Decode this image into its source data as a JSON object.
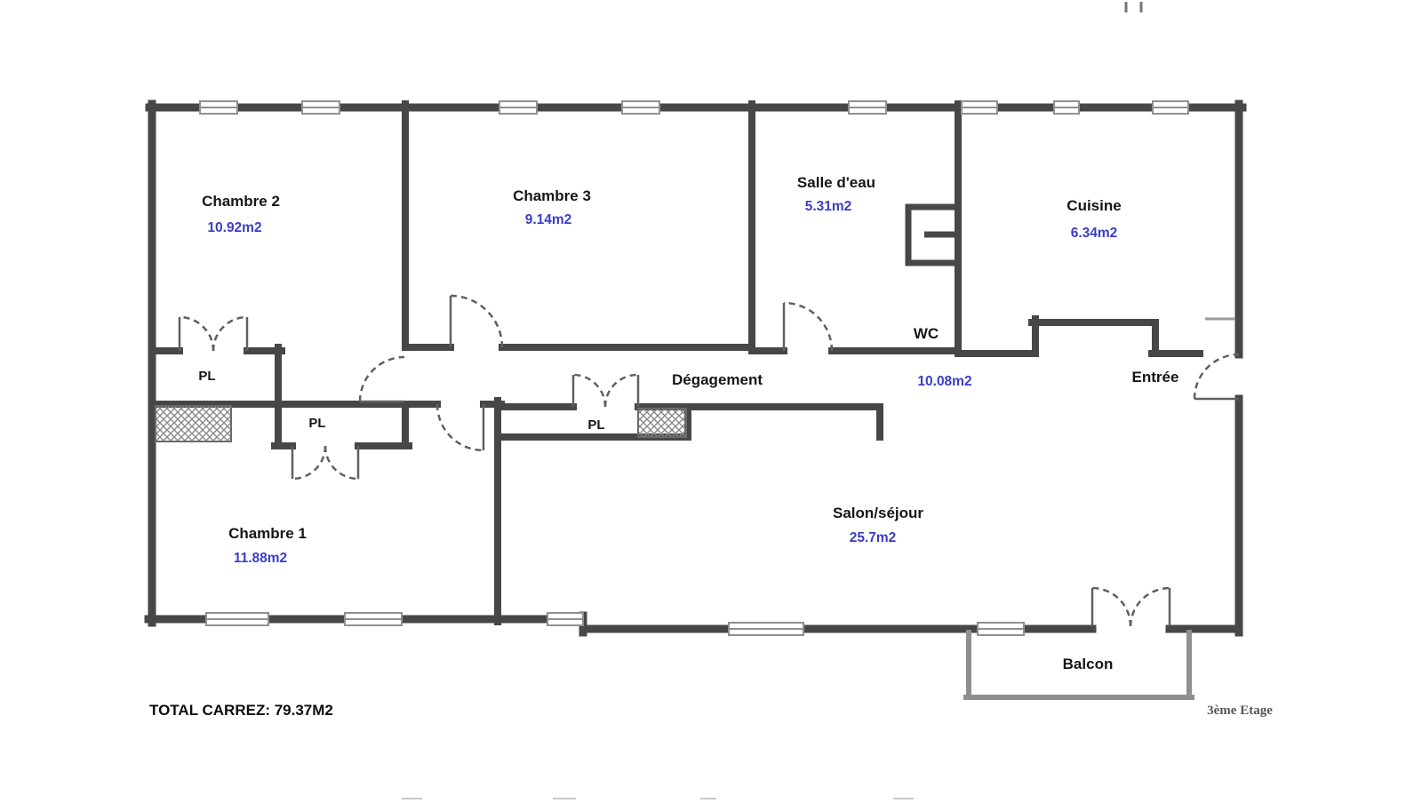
{
  "plan": {
    "total_label": "TOTAL CARREZ: 79.37M2",
    "floor_label": "3ème Etage",
    "closet_label": "PL",
    "rooms": {
      "chambre2": {
        "name": "Chambre 2",
        "area": "10.92m2"
      },
      "chambre3": {
        "name": "Chambre 3",
        "area": "9.14m2"
      },
      "salle_eau": {
        "name": "Salle d'eau",
        "area": "5.31m2"
      },
      "cuisine": {
        "name": "Cuisine",
        "area": "6.34m2"
      },
      "wc": {
        "name": "WC"
      },
      "degagement": {
        "name": "Dégagement",
        "area": "10.08m2"
      },
      "entree": {
        "name": "Entrée"
      },
      "chambre1": {
        "name": "Chambre 1",
        "area": "11.88m2"
      },
      "salon": {
        "name": "Salon/séjour",
        "area": "25.7m2"
      },
      "balcon": {
        "name": "Balcon"
      }
    },
    "colors": {
      "wall": "#474747",
      "room_text": "#161616",
      "area_text": "#3a3ec4",
      "floor_text": "#555555"
    }
  }
}
